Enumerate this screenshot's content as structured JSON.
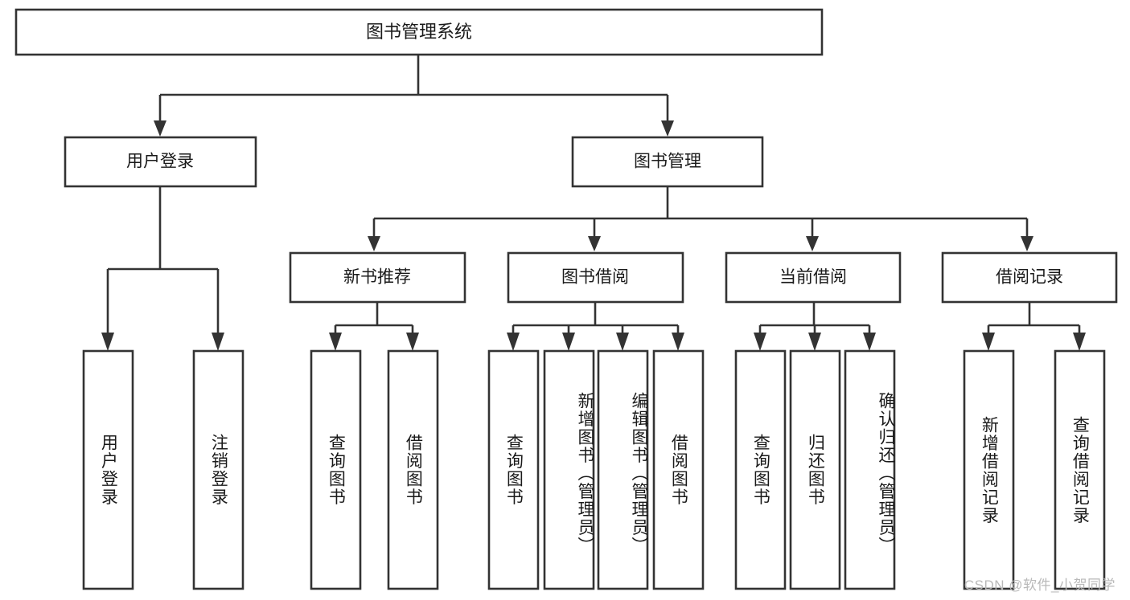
{
  "diagram": {
    "title": "图书管理系统",
    "type": "tree",
    "orientation": "top-down",
    "colors": {
      "box_stroke": "#333333",
      "box_fill": "#ffffff",
      "text": "#1a1a1a",
      "background": "#ffffff",
      "watermark": "#b9b9b9"
    },
    "root": {
      "label": "图书管理系统"
    },
    "level2": [
      {
        "label": "用户登录"
      },
      {
        "label": "图书管理"
      }
    ],
    "level3": [
      {
        "label": "新书推荐"
      },
      {
        "label": "图书借阅"
      },
      {
        "label": "当前借阅"
      },
      {
        "label": "借阅记录"
      }
    ],
    "leaves": {
      "user_login": [
        {
          "label": "用户登录"
        },
        {
          "label": "注销登录"
        }
      ],
      "new_book_recommend": [
        {
          "label": "查询图书"
        },
        {
          "label": "借阅图书"
        }
      ],
      "book_borrow": [
        {
          "label": "查询图书"
        },
        {
          "label": "新增图书（管理员）"
        },
        {
          "label": "编辑图书（管理员）"
        },
        {
          "label": "借阅图书"
        }
      ],
      "current_borrow": [
        {
          "label": "查询图书"
        },
        {
          "label": "归还图书"
        },
        {
          "label": "确认归还（管理员）"
        }
      ],
      "borrow_record": [
        {
          "label": "新增借阅记录"
        },
        {
          "label": "查询借阅记录"
        }
      ]
    },
    "watermark": "CSDN @软件_小贺同学"
  }
}
